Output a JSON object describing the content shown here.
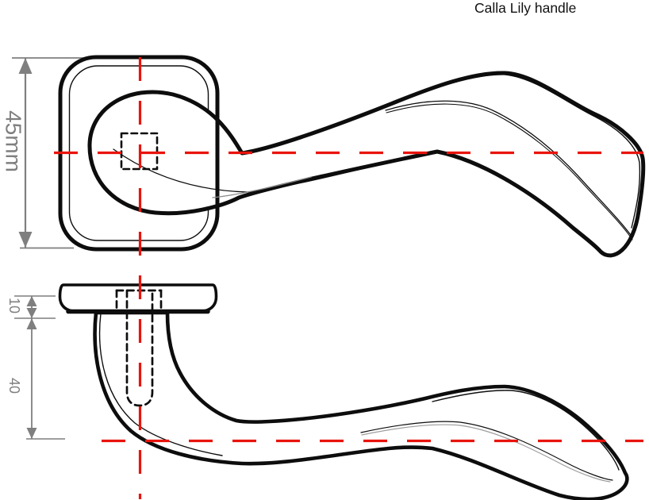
{
  "title": "Calla Lily handle",
  "dimensions": {
    "overall_height": "45mm",
    "rose_thickness": "10",
    "projection": "40"
  },
  "colors": {
    "outline_black": "#0d0d0d",
    "centerline_red": "#e8140c",
    "dimension_gray": "#7f7f7f",
    "background": "#ffffff"
  }
}
